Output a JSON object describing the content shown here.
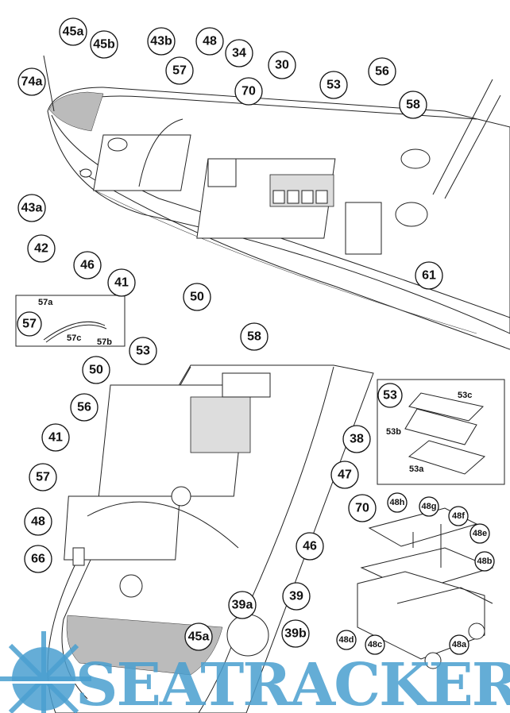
{
  "top_view": {
    "callouts": [
      "45a",
      "45b",
      "43b",
      "48",
      "57",
      "34",
      "70",
      "30",
      "53",
      "56",
      "58",
      "74a",
      "43a",
      "42",
      "46",
      "41",
      "50",
      "61"
    ]
  },
  "inset_57": {
    "main": "57",
    "parts": [
      "57a",
      "57c",
      "57b"
    ]
  },
  "bottom_view": {
    "callouts": [
      "58",
      "53",
      "50",
      "56",
      "41",
      "57",
      "48",
      "66",
      "70",
      "46",
      "38",
      "47",
      "39",
      "39b",
      "45a",
      "39a"
    ]
  },
  "inset_53": {
    "main": "53",
    "parts": [
      "53c",
      "53b",
      "53a"
    ]
  },
  "exploded_48": {
    "callouts": [
      "48h",
      "48g",
      "48f",
      "48e",
      "48b",
      "48d",
      "48c",
      "48a"
    ]
  },
  "watermark": {
    "text": "SEATRACKER.RU",
    "color": "#4a9fd0"
  }
}
